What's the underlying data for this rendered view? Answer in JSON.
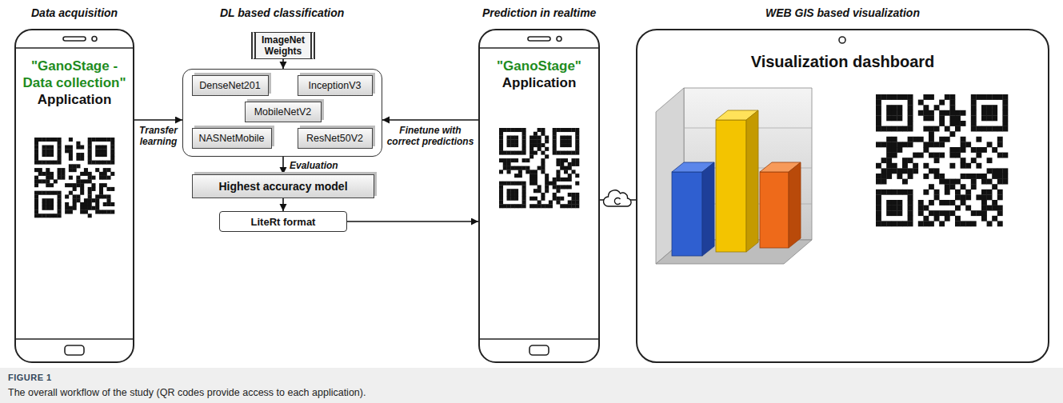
{
  "diagram": {
    "caption": "The overall workflow of the study (QR codes provide access to each application).",
    "nodes": [
      {
        "text": [
          "\"GanoStage - Data collection\"",
          "Application"
        ]
      },
      {
        "text": [
          "ImageNet Weights"
        ]
      },
      {
        "text": []
      },
      {
        "text": [
          "DenseNet201"
        ],
        "in": 2
      },
      {
        "text": [
          "InceptionV3"
        ],
        "in": 2
      },
      {
        "text": [
          "MobileNetV2"
        ],
        "in": 2
      },
      {
        "text": [
          "NASNetMobile"
        ],
        "in": 2
      },
      {
        "text": [
          "ResNet50V2"
        ],
        "in": 2
      },
      {
        "text": [
          "Highest accuracy model"
        ]
      },
      {
        "text": [
          "LiteRt format"
        ]
      },
      {
        "text": [
          "\"GanoStage\"",
          "Application"
        ]
      },
      {
        "text": [
          "Visualization dashboard"
        ]
      }
    ],
    "edges": [
      {
        "from": 0,
        "to": 2,
        "label": "Transfer learning",
        "arrow": "to"
      },
      {
        "from": 1,
        "to": 2,
        "arrow": "to"
      },
      {
        "from": 2,
        "to": 8,
        "label": "Evaluation",
        "arrow": "to"
      },
      {
        "from": 8,
        "to": 9,
        "arrow": "to"
      },
      {
        "from": 9,
        "to": 10,
        "arrow": "to"
      },
      {
        "from": 10,
        "to": 2,
        "label": "Finetune with correct predictions",
        "arrow": "to"
      },
      {
        "from": 10,
        "to": 11,
        "arrow": "none"
      }
    ],
    "labels": [
      "Data acquisition",
      "DL based classification",
      "Prediction in realtime",
      "WEB GIS based visualization",
      "FIGURE 1"
    ]
  }
}
